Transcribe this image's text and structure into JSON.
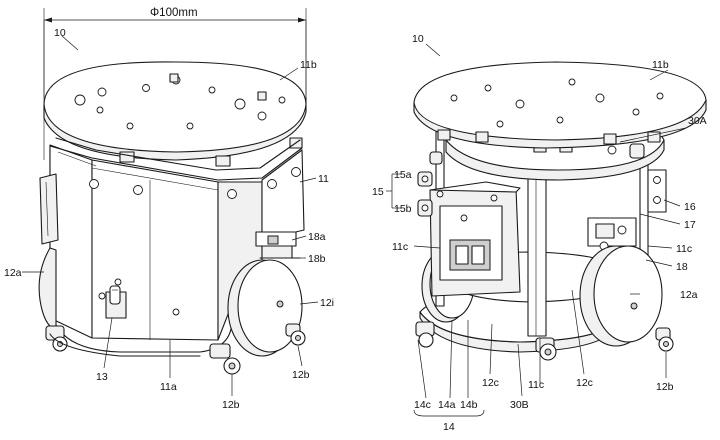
{
  "dimension": {
    "text": "Φ100mm"
  },
  "left_view": {
    "labels": [
      {
        "id": "10",
        "text": "10"
      },
      {
        "id": "11b",
        "text": "11b"
      },
      {
        "id": "11",
        "text": "11"
      },
      {
        "id": "18a",
        "text": "18a"
      },
      {
        "id": "18b",
        "text": "18b"
      },
      {
        "id": "12i",
        "text": "12i"
      },
      {
        "id": "12a",
        "text": "12a"
      },
      {
        "id": "13",
        "text": "13"
      },
      {
        "id": "11a",
        "text": "11a"
      },
      {
        "id": "12b_1",
        "text": "12b"
      },
      {
        "id": "12b_2",
        "text": "12b"
      }
    ]
  },
  "right_view": {
    "labels": [
      {
        "id": "10",
        "text": "10"
      },
      {
        "id": "11b",
        "text": "11b"
      },
      {
        "id": "30A",
        "text": "30A"
      },
      {
        "id": "15a",
        "text": "15a"
      },
      {
        "id": "15",
        "text": "15"
      },
      {
        "id": "15b",
        "text": "15b"
      },
      {
        "id": "16",
        "text": "16"
      },
      {
        "id": "17",
        "text": "17"
      },
      {
        "id": "11c_1",
        "text": "11c"
      },
      {
        "id": "11c_2",
        "text": "11c"
      },
      {
        "id": "11c_3",
        "text": "11c"
      },
      {
        "id": "18",
        "text": "18"
      },
      {
        "id": "12a",
        "text": "12a"
      },
      {
        "id": "12b",
        "text": "12b"
      },
      {
        "id": "12c_1",
        "text": "12c"
      },
      {
        "id": "12c_2",
        "text": "12c"
      },
      {
        "id": "14c",
        "text": "14c"
      },
      {
        "id": "14a",
        "text": "14a"
      },
      {
        "id": "14b",
        "text": "14b"
      },
      {
        "id": "14",
        "text": "14"
      },
      {
        "id": "30B",
        "text": "30B"
      }
    ]
  }
}
